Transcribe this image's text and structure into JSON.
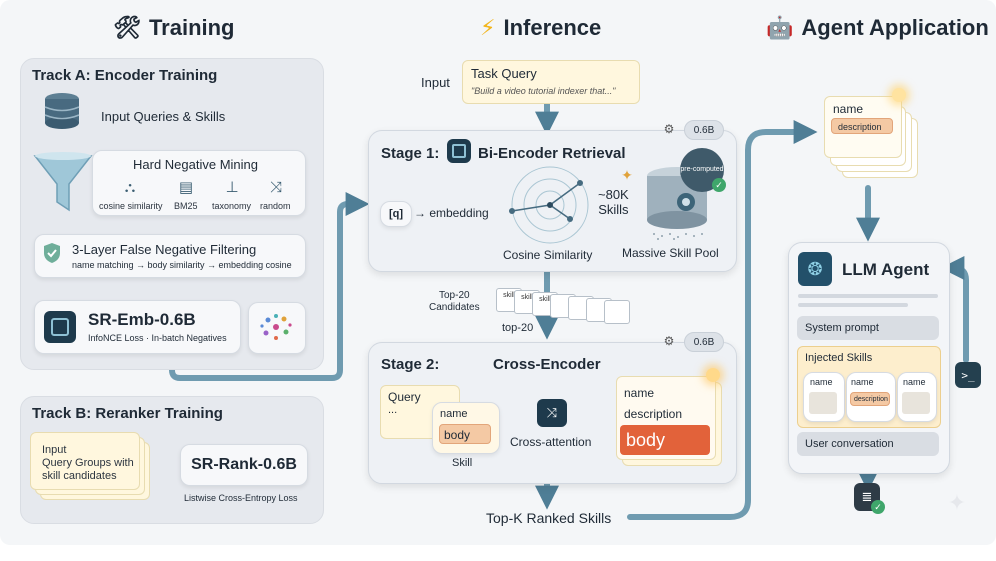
{
  "columns": {
    "training": {
      "title": "Training",
      "icon": "wrench-icon"
    },
    "inference": {
      "title": "Inference",
      "icon": "lightning-icon"
    },
    "agent": {
      "title": "Agent Application",
      "icon": "robot-icon"
    }
  },
  "track_a": {
    "title": "Track A: Encoder Training",
    "input": "Input Queries & Skills",
    "hnm": {
      "title": "Hard Negative Mining",
      "methods": [
        "cosine similarity",
        "BM25",
        "taxonomy",
        "random"
      ]
    },
    "filter": {
      "title": "3-Layer False Negative Filtering",
      "subtitle": "name matching → body similarity → embedding cosine"
    },
    "model": {
      "name": "SR-Emb-0.6B",
      "subtitle": "InfoNCE Loss · In-batch Negatives"
    }
  },
  "track_b": {
    "title": "Track B: Reranker Training",
    "input_lines": [
      "Input",
      "Query Groups with",
      "skill candidates"
    ],
    "model": "SR-Rank-0.6B",
    "loss": "Listwise Cross-Entropy Loss"
  },
  "inference": {
    "input_label": "Input",
    "query_title": "Task Query",
    "query_example": "\"Build a video tutorial indexer that...\"",
    "stage1": {
      "title": "Stage 1:",
      "name": "Bi-Encoder Retrieval",
      "badge": "0.6B",
      "q_token": "[q]",
      "embedding": "→ embedding",
      "cosine": "Cosine Similarity",
      "skills_count": "~80K",
      "skills_word": "Skills",
      "precomputed": "pre-computed",
      "pool": "Massive Skill Pool"
    },
    "candidates": {
      "label_lines": [
        "Top-20",
        "Candidates"
      ],
      "chip": "skill",
      "topn": "top-20"
    },
    "stage2": {
      "title": "Stage 2:",
      "name": "Cross-Encoder",
      "badge": "0.6B",
      "query": "Query",
      "ellipsis": "...",
      "skill_name": "name",
      "skill_body": "body",
      "skill_label": "Skill",
      "xattn": "Cross-attention",
      "out_name": "name",
      "out_desc": "description",
      "out_body": "body"
    },
    "result": "Top-K Ranked Skills"
  },
  "agent": {
    "stack_name": "name",
    "stack_desc": "description",
    "title": "LLM Agent",
    "system": "System prompt",
    "injected": "Injected Skills",
    "skills": [
      {
        "name": "name",
        "desc": ""
      },
      {
        "name": "name",
        "desc": "description"
      },
      {
        "name": "name",
        "desc": ""
      }
    ],
    "user": "User conversation"
  }
}
